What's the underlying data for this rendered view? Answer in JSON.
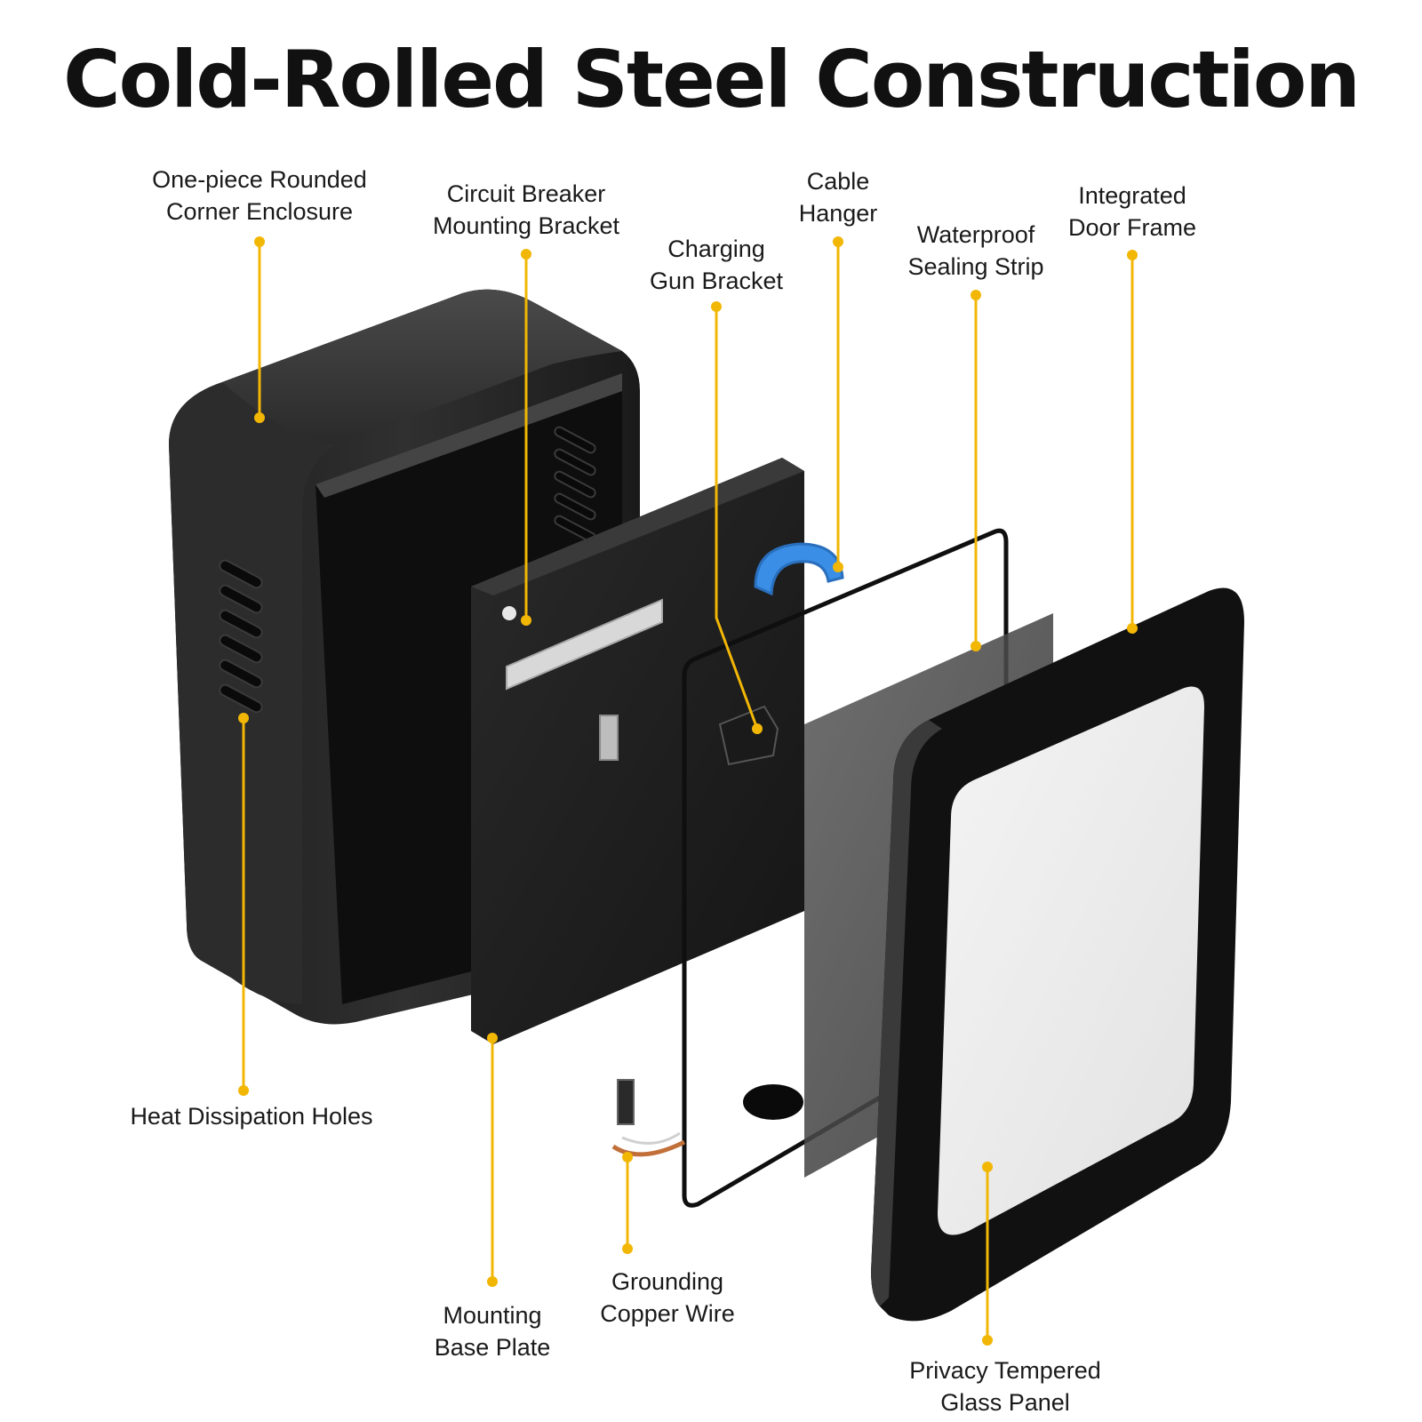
{
  "title": "Cold-Rolled Steel Construction",
  "colors": {
    "leader": "#f2b705",
    "body": "#141414",
    "hanger": "#3a8ee6",
    "background": "#ffffff"
  },
  "labels": {
    "enclosure": [
      "One-piece Rounded",
      "Corner Enclosure"
    ],
    "breaker_bracket": [
      "Circuit Breaker",
      "Mounting Bracket"
    ],
    "gun_bracket": [
      "Charging",
      "Gun Bracket"
    ],
    "cable_hanger": [
      "Cable",
      "Hanger"
    ],
    "sealing_strip": [
      "Waterproof",
      "Sealing Strip"
    ],
    "door_frame": [
      "Integrated",
      "Door Frame"
    ],
    "heat_holes": [
      "Heat Dissipation Holes"
    ],
    "base_plate": [
      "Mounting",
      "Base Plate"
    ],
    "copper_wire": [
      "Grounding",
      "Copper Wire"
    ],
    "glass_panel": [
      "Privacy Tempered",
      "Glass Panel"
    ]
  }
}
